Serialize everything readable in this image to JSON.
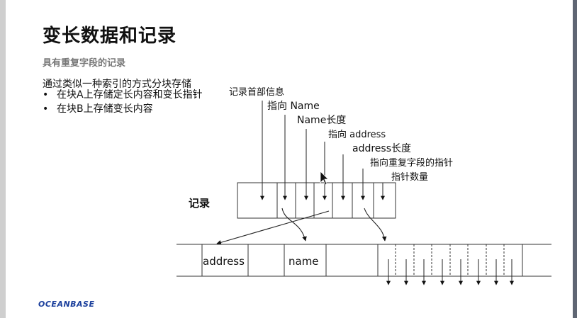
{
  "slide": {
    "title": "变长数据和记录",
    "subtitle": "具有重复字段的记录",
    "intro": "通过类似一种索引的方式分块存储",
    "bullets": [
      "在块A上存储定长内容和变长指针",
      "在块B上存储变长内容"
    ]
  },
  "diagram": {
    "labels": {
      "header": "记录首部信息",
      "ptr_name": "指向 Name",
      "name_len": "Name长度",
      "ptr_address": "指向 address",
      "address_len": "address长度",
      "ptr_repeat": "指向重复字段的指针",
      "ptr_count": "指针数量"
    },
    "record_label": "记录",
    "block_cells": {
      "address": "address",
      "name": "name"
    }
  },
  "footer": {
    "logo": "OCEANBASE"
  }
}
